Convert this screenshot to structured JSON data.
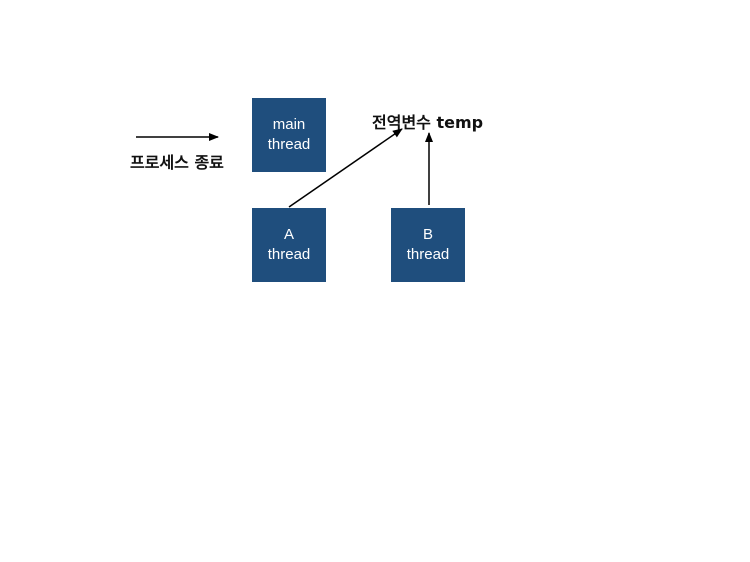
{
  "nodes": {
    "main_thread": {
      "line1": "main",
      "line2": "thread"
    },
    "a_thread": {
      "line1": "A",
      "line2": "thread"
    },
    "b_thread": {
      "line1": "B",
      "line2": "thread"
    }
  },
  "labels": {
    "global_var": "전역변수 temp",
    "process_exit": "프로세스 종료"
  },
  "colors": {
    "box_fill": "#1f4e7d",
    "box_text": "#ffffff",
    "arrow": "#000000",
    "label_text": "#111111"
  },
  "edges": [
    {
      "from": "process_exit",
      "to": "main_thread"
    },
    {
      "from": "a_thread",
      "to": "global_var"
    },
    {
      "from": "b_thread",
      "to": "global_var"
    }
  ]
}
